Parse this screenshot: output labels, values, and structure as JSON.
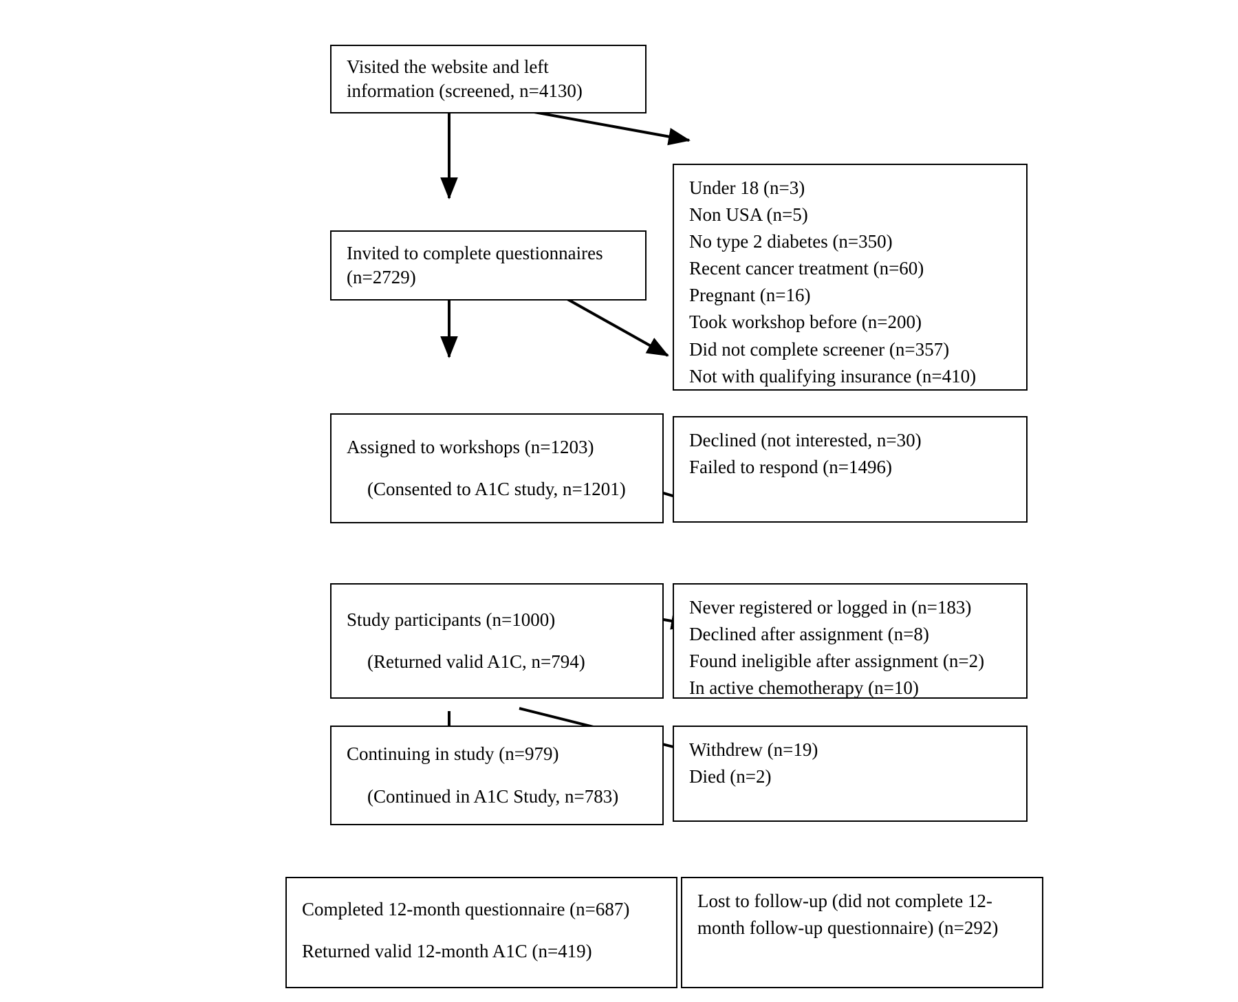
{
  "figure": {
    "type": "flowchart",
    "title": "Participant flow diagram",
    "stroke_color": "#000000",
    "background_color": "#ffffff"
  },
  "nodes": {
    "screened": {
      "name": "visited-website-screened",
      "lines": [
        "Visited the website and left",
        "information (screened, n=4130)"
      ]
    },
    "excluded_screening": {
      "name": "excluded-at-screening",
      "lines": [
        "Under 18 (n=3)",
        "Non USA (n=5)",
        "No type 2 diabetes (n=350)",
        "Recent cancer treatment (n=60)",
        "Pregnant (n=16)",
        "Took workshop before (n=200)",
        "Did not complete screener (n=357)",
        "Not with qualifying insurance (n=410)"
      ]
    },
    "invited": {
      "name": "invited-to-complete-questionnaires",
      "lines": [
        "Invited to complete questionnaires",
        "(n=2729)"
      ]
    },
    "declined_failed": {
      "name": "declined-or-failed-to-respond",
      "lines": [
        "Declined (not interested, n=30)",
        "Failed to respond (n=1496)"
      ]
    },
    "assigned": {
      "name": "assigned-to-workshops",
      "lines": [
        "Assigned to workshops (n=1203)",
        "(Consented to A1C study, n=1201)"
      ]
    },
    "never_registered": {
      "name": "never-registered-or-excluded-after-assignment",
      "lines": [
        "Never registered or logged in  (n=183)",
        "Declined after assignment (n=8)",
        "Found ineligible after assignment (n=2)",
        "In active chemotherapy (n=10)"
      ]
    },
    "participants": {
      "name": "study-participants",
      "lines": [
        "Study participants (n=1000)",
        "(Returned valid A1C, n=794)"
      ]
    },
    "withdrew_died": {
      "name": "withdrew-or-died",
      "lines": [
        "Withdrew (n=19)",
        "Died (n=2)"
      ]
    },
    "continuing": {
      "name": "continuing-in-study",
      "lines": [
        "Continuing in study (n=979)",
        "(Continued in A1C Study, n=783)"
      ]
    },
    "lost_followup": {
      "name": "lost-to-follow-up",
      "lines": [
        "Lost to follow-up (did not complete 12-",
        "month follow-up questionnaire) (n=292)"
      ]
    },
    "completed": {
      "name": "completed-12-month-questionnaire",
      "lines": [
        "Completed 12-month questionnaire (n=687)",
        "Returned valid 12-month A1C (n=419)"
      ]
    }
  },
  "chart_data": {
    "type": "flow",
    "title": "Participant flow diagram",
    "stages": [
      {
        "label": "Visited the website and left information (screened)",
        "n": 4130
      },
      {
        "label": "Invited to complete questionnaires",
        "n": 2729
      },
      {
        "label": "Assigned to workshops",
        "n": 1203
      },
      {
        "label": "Consented to A1C study",
        "n": 1201
      },
      {
        "label": "Study participants",
        "n": 1000
      },
      {
        "label": "Returned valid A1C",
        "n": 794
      },
      {
        "label": "Continuing in study",
        "n": 979
      },
      {
        "label": "Continued in A1C Study",
        "n": 783
      },
      {
        "label": "Completed 12-month questionnaire",
        "n": 687
      },
      {
        "label": "Returned valid 12-month A1C",
        "n": 419
      }
    ],
    "exclusions": [
      {
        "stage": "screening",
        "label": "Under 18",
        "n": 3
      },
      {
        "stage": "screening",
        "label": "Non USA",
        "n": 5
      },
      {
        "stage": "screening",
        "label": "No type 2 diabetes",
        "n": 350
      },
      {
        "stage": "screening",
        "label": "Recent cancer treatment",
        "n": 60
      },
      {
        "stage": "screening",
        "label": "Pregnant",
        "n": 16
      },
      {
        "stage": "screening",
        "label": "Took workshop before",
        "n": 200
      },
      {
        "stage": "screening",
        "label": "Did not complete screener",
        "n": 357
      },
      {
        "stage": "screening",
        "label": "Not with qualifying insurance",
        "n": 410
      },
      {
        "stage": "invitation",
        "label": "Declined (not interested)",
        "n": 30
      },
      {
        "stage": "invitation",
        "label": "Failed to respond",
        "n": 1496
      },
      {
        "stage": "assignment",
        "label": "Never registered or logged in",
        "n": 183
      },
      {
        "stage": "assignment",
        "label": "Declined after assignment",
        "n": 8
      },
      {
        "stage": "assignment",
        "label": "Found ineligible after assignment",
        "n": 2
      },
      {
        "stage": "assignment",
        "label": "In active chemotherapy",
        "n": 10
      },
      {
        "stage": "participation",
        "label": "Withdrew",
        "n": 19
      },
      {
        "stage": "participation",
        "label": "Died",
        "n": 2
      },
      {
        "stage": "follow-up",
        "label": "Lost to follow-up (did not complete 12-month follow-up questionnaire)",
        "n": 292
      }
    ]
  }
}
